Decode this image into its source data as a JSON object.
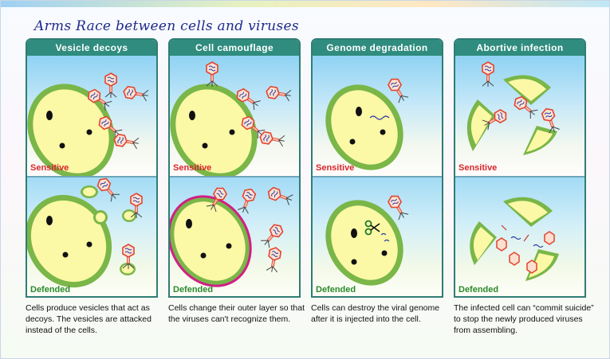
{
  "title": "Arms Race between cells and viruses",
  "colors": {
    "header": "#2f8c7e",
    "sensitive": "#d9262a",
    "defended": "#2a8a2c",
    "title": "#1f2a8a"
  },
  "panels": [
    {
      "heading": "Vesicle decoys",
      "sensitive_label": "Sensitive",
      "defended_label": "Defended",
      "description": "Cells produce vesicles that act as decoys. The vesicles are attacked instead of the cells."
    },
    {
      "heading": "Cell camouflage",
      "sensitive_label": "Sensitive",
      "defended_label": "Defended",
      "description": "Cells change their outer layer so that the viruses can't recognize them."
    },
    {
      "heading": "Genome degradation",
      "sensitive_label": "Sensitive",
      "defended_label": "Defended",
      "description": "Cells can destroy the viral genome after it is injected into the cell."
    },
    {
      "heading": "Abortive infection",
      "sensitive_label": "Sensitive",
      "defended_label": "Defended",
      "description": "The infected cell can “commit suicide” to stop the newly produced viruses from assembling."
    }
  ]
}
